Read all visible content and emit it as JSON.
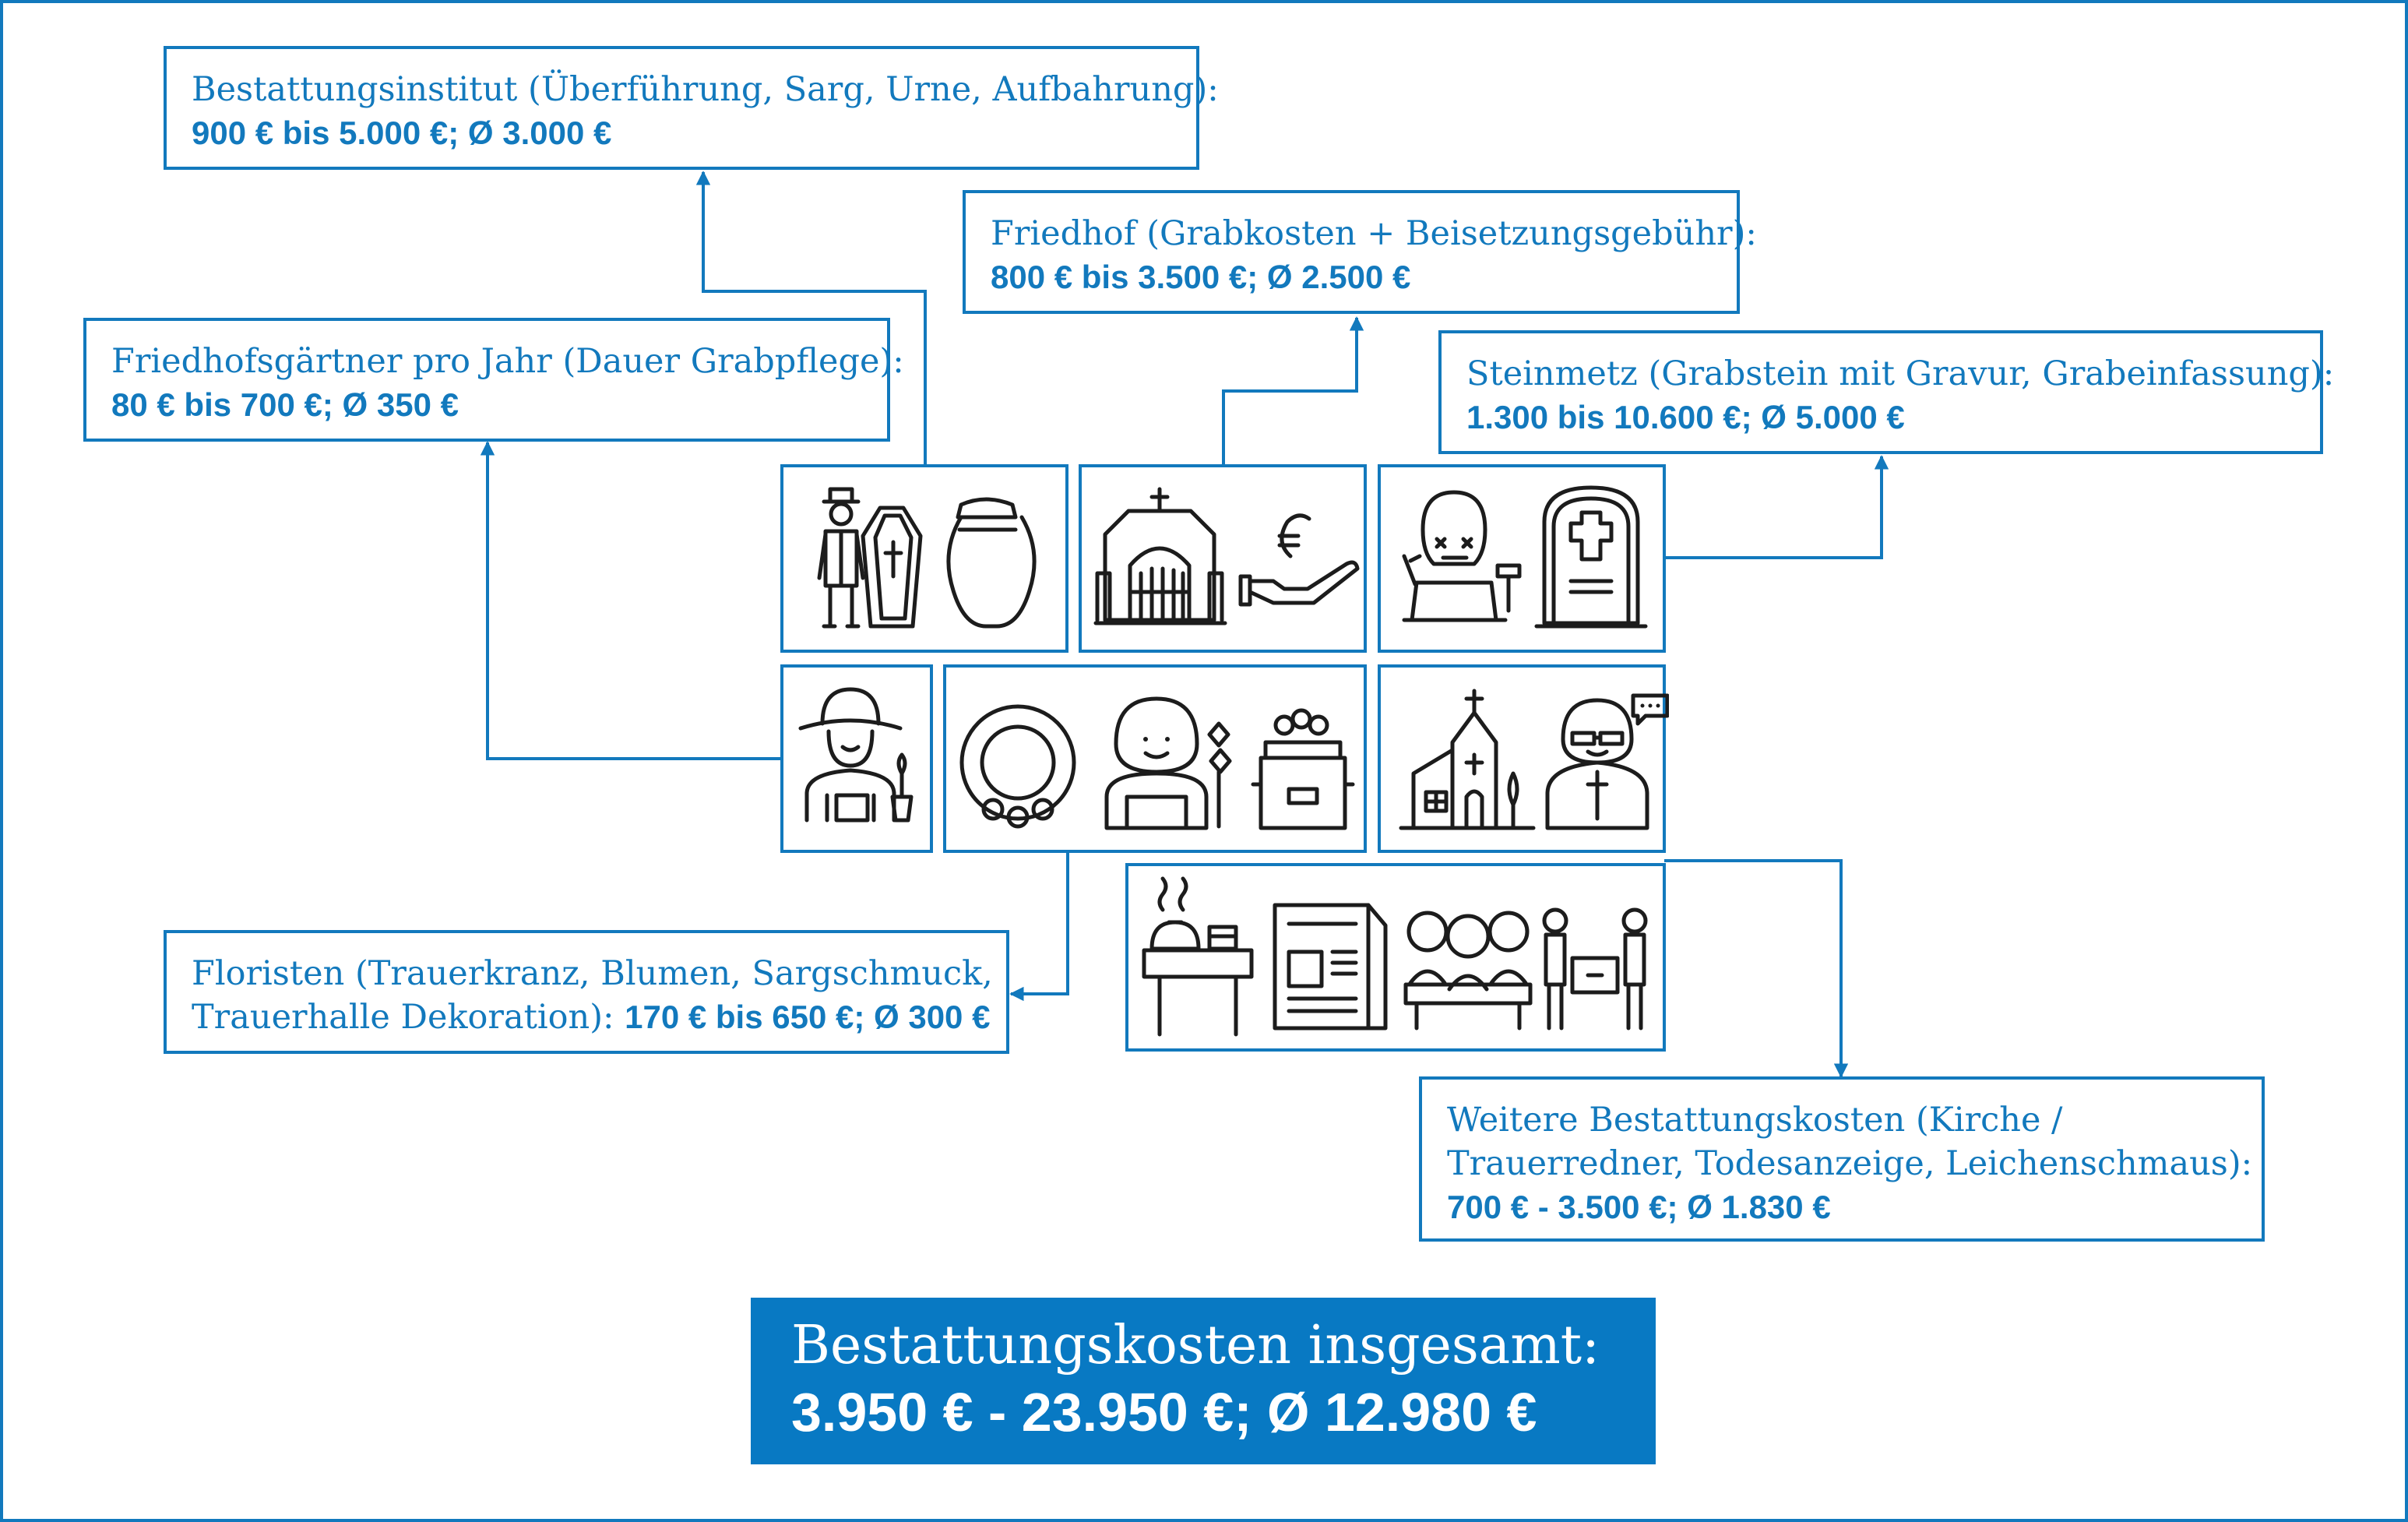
{
  "accent_color": "#1279bd",
  "total_box_color": "#0879c3",
  "cost_boxes": {
    "bestattungsinstitut": {
      "label": "Bestattungsinstitut (Überführung, Sarg, Urne, Aufbahrung):",
      "range": "900 € bis 5.000 €;  Ø 3.000 €"
    },
    "friedhof": {
      "label": "Friedhof (Grabkosten + Beisetzungsgebühr):",
      "range": "800 € bis 3.500 €; Ø 2.500 €"
    },
    "friedhofsgaertner": {
      "label": "Friedhofsgärtner pro Jahr (Dauer Grabpflege):",
      "range": "80 € bis 700 €; Ø 350 €"
    },
    "steinmetz": {
      "label": "Steinmetz (Grabstein mit Gravur, Grabeinfassung):",
      "range": "1.300 bis 10.600 €; Ø 5.000 €"
    },
    "floristen": {
      "label_line1": "Floristen (Trauerkranz, Blumen, Sargschmuck,",
      "label_line2": "Trauerhalle Dekoration): ",
      "range": "170 € bis 650 €; Ø 300 €"
    },
    "weitere": {
      "label_line1": "Weitere Bestattungskosten (Kirche /",
      "label_line2": "Trauerredner, Todesanzeige, Leichenschmaus):",
      "range": "700 € - 3.500 €; Ø 1.830 €"
    }
  },
  "icon_panels": {
    "bestattungsinstitut": [
      "undertaker-icon",
      "coffin-icon",
      "urn-icon"
    ],
    "friedhof": [
      "cemetery-gate-icon",
      "euro-hand-icon"
    ],
    "steinmetz": [
      "stonemason-icon",
      "gravestone-icon"
    ],
    "gaertner": [
      "gardener-icon"
    ],
    "floristen": [
      "wreath-icon",
      "florist-icon",
      "decorated-coffin-icon"
    ],
    "kirche": [
      "church-icon",
      "priest-icon"
    ],
    "weitere": [
      "buffet-table-icon",
      "newspaper-icon",
      "mourners-icon",
      "pallbearers-icon"
    ]
  },
  "total": {
    "title": "Bestattungskosten insgesamt:",
    "range": "3.950 € - 23.950 €; Ø 12.980 €"
  }
}
